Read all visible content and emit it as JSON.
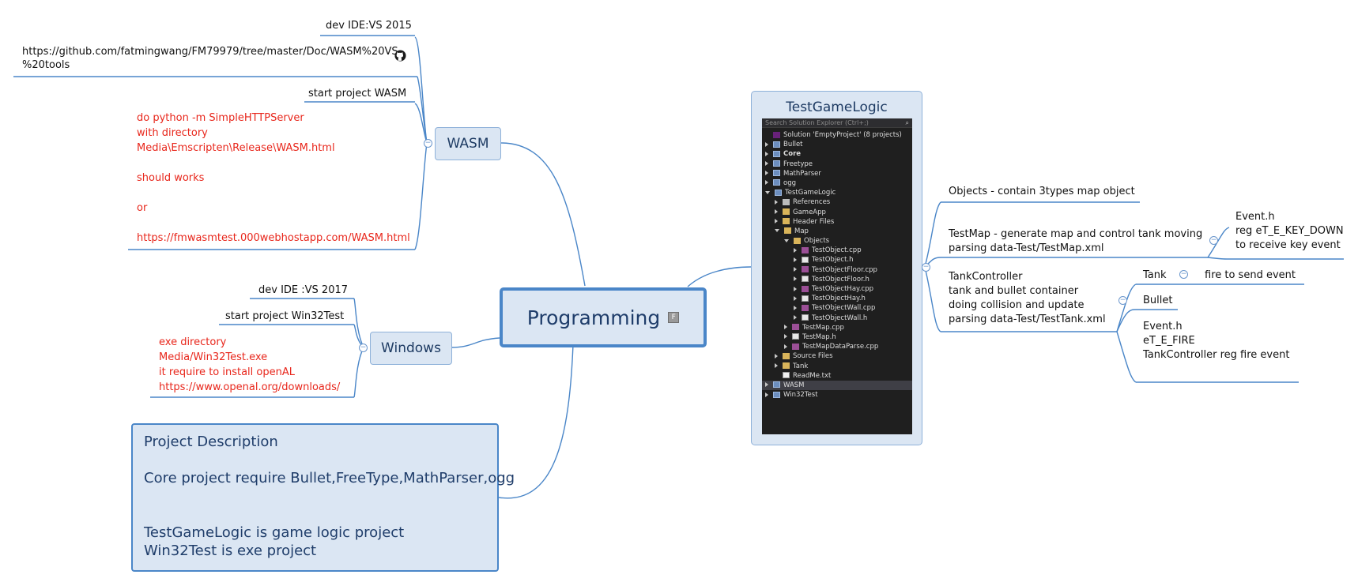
{
  "center": {
    "title": "Programming",
    "badge": "F"
  },
  "wasm": {
    "label": "WASM",
    "ide": "dev IDE:VS 2015",
    "link_line1": "https://github.com/fatmingwang/FM79979/tree/master/Doc/WASM%20VS",
    "link_line2": "%20tools",
    "start": "start project WASM",
    "notes": [
      "do python -m SimpleHTTPServer",
      "with directory",
      "Media\\Emscripten\\Release\\WASM.html",
      "",
      "should works",
      "",
      "or",
      "",
      "https://fmwasmtest.000webhostapp.com/WASM.html"
    ]
  },
  "windows": {
    "label": "Windows",
    "ide": "dev IDE :VS 2017",
    "start": "start project Win32Test",
    "notes": [
      "exe directory",
      "Media/Win32Test.exe",
      "it require to install openAL",
      "https://www.openal.org/downloads/"
    ]
  },
  "description": {
    "lines": [
      "Project Description",
      "",
      "Core project require Bullet,FreeType,MathParser,ogg",
      "",
      "",
      "TestGameLogic is game logic project",
      "Win32Test is exe project"
    ]
  },
  "testgamelogic": {
    "title": "TestGameLogic",
    "solution_search": "Search Solution Explorer (Ctrl+;)",
    "tree": [
      {
        "indent": 0,
        "arrow": "none",
        "icon": "ic-sol",
        "label": "Solution 'EmptyProject' (8 projects)",
        "bold": false
      },
      {
        "indent": 0,
        "arrow": "closed",
        "icon": "ic-proj",
        "label": "Bullet",
        "bold": false
      },
      {
        "indent": 0,
        "arrow": "closed",
        "icon": "ic-proj",
        "label": "Core",
        "bold": true
      },
      {
        "indent": 0,
        "arrow": "closed",
        "icon": "ic-proj",
        "label": "Freetype",
        "bold": false
      },
      {
        "indent": 0,
        "arrow": "closed",
        "icon": "ic-proj",
        "label": "MathParser",
        "bold": false
      },
      {
        "indent": 0,
        "arrow": "closed",
        "icon": "ic-proj",
        "label": "ogg",
        "bold": false
      },
      {
        "indent": 0,
        "arrow": "open",
        "icon": "ic-proj",
        "label": "TestGameLogic",
        "bold": false
      },
      {
        "indent": 1,
        "arrow": "closed",
        "icon": "ic-ref",
        "label": "References",
        "bold": false
      },
      {
        "indent": 1,
        "arrow": "closed",
        "icon": "ic-folder",
        "label": "GameApp",
        "bold": false
      },
      {
        "indent": 1,
        "arrow": "closed",
        "icon": "ic-folder",
        "label": "Header Files",
        "bold": false
      },
      {
        "indent": 1,
        "arrow": "open",
        "icon": "ic-folder",
        "label": "Map",
        "bold": false
      },
      {
        "indent": 2,
        "arrow": "open",
        "icon": "ic-folder",
        "label": "Objects",
        "bold": false
      },
      {
        "indent": 3,
        "arrow": "closed",
        "icon": "ic-cpp",
        "label": "TestObject.cpp",
        "bold": false
      },
      {
        "indent": 3,
        "arrow": "closed",
        "icon": "ic-h",
        "label": "TestObject.h",
        "bold": false
      },
      {
        "indent": 3,
        "arrow": "closed",
        "icon": "ic-cpp",
        "label": "TestObjectFloor.cpp",
        "bold": false
      },
      {
        "indent": 3,
        "arrow": "closed",
        "icon": "ic-h",
        "label": "TestObjectFloor.h",
        "bold": false
      },
      {
        "indent": 3,
        "arrow": "closed",
        "icon": "ic-cpp",
        "label": "TestObjectHay.cpp",
        "bold": false
      },
      {
        "indent": 3,
        "arrow": "closed",
        "icon": "ic-h",
        "label": "TestObjectHay.h",
        "bold": false
      },
      {
        "indent": 3,
        "arrow": "closed",
        "icon": "ic-cpp",
        "label": "TestObjectWall.cpp",
        "bold": false
      },
      {
        "indent": 3,
        "arrow": "closed",
        "icon": "ic-h",
        "label": "TestObjectWall.h",
        "bold": false
      },
      {
        "indent": 2,
        "arrow": "closed",
        "icon": "ic-cpp",
        "label": "TestMap.cpp",
        "bold": false
      },
      {
        "indent": 2,
        "arrow": "closed",
        "icon": "ic-h",
        "label": "TestMap.h",
        "bold": false
      },
      {
        "indent": 2,
        "arrow": "closed",
        "icon": "ic-cpp",
        "label": "TestMapDataParse.cpp",
        "bold": false
      },
      {
        "indent": 1,
        "arrow": "closed",
        "icon": "ic-folder",
        "label": "Source Files",
        "bold": false
      },
      {
        "indent": 1,
        "arrow": "closed",
        "icon": "ic-folder",
        "label": "Tank",
        "bold": false
      },
      {
        "indent": 1,
        "arrow": "none",
        "icon": "ic-txt",
        "label": "ReadMe.txt",
        "bold": false
      },
      {
        "indent": 0,
        "arrow": "closed",
        "icon": "ic-proj",
        "label": "WASM",
        "bold": false,
        "selected": true
      },
      {
        "indent": 0,
        "arrow": "closed",
        "icon": "ic-proj",
        "label": "Win32Test",
        "bold": false
      }
    ],
    "objects": "Objects - contain 3types map object",
    "testmap_line1": "TestMap - generate map and control tank moving",
    "testmap_line2": "parsing data-Test/TestMap.xml",
    "event_lines": [
      "Event.h",
      "reg eT_E_KEY_DOWN",
      "to receive key event"
    ],
    "tankcontroller_lines": [
      "TankController",
      "tank and bullet container",
      "doing collision and update",
      "parsing data-Test/TestTank.xml"
    ],
    "tank": "Tank",
    "fire": "fire to send event",
    "bullet": "Bullet",
    "event2_lines": [
      "Event.h",
      "eT_E_FIRE",
      "TankController reg fire event"
    ]
  }
}
